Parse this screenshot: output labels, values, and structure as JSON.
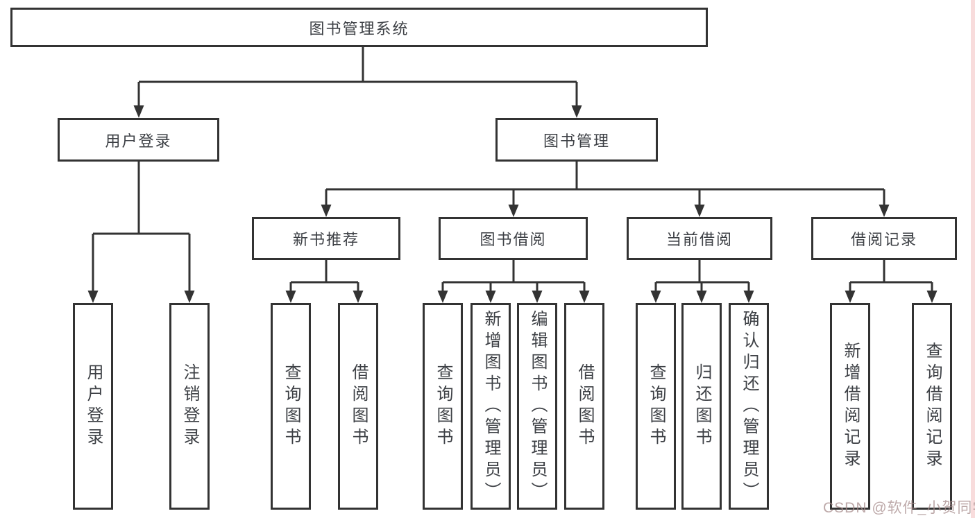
{
  "diagram": {
    "root": "图书管理系统",
    "branches": {
      "user_login": "用户登录",
      "book_mgmt": "图书管理"
    },
    "modules": {
      "new_book_rec": "新书推荐",
      "book_borrow": "图书借阅",
      "current_borrow": "当前借阅",
      "borrow_records": "借阅记录"
    },
    "leaves": {
      "login": [
        "用户登录",
        "注销登录"
      ],
      "rec": [
        "查询图书",
        "借阅图书"
      ],
      "borrow": [
        "查询图书",
        "新增图书（管理员）",
        "编辑图书（管理员）",
        "借阅图书"
      ],
      "current": [
        "查询图书",
        "归还图书",
        "确认归还（管理员）"
      ],
      "records": [
        "新增借阅记录",
        "查询借阅记录"
      ]
    },
    "watermark": "CSDN @软件_小贺同学",
    "colors": {
      "line": "#333333",
      "text": "#3d4045",
      "box_background": "#ffffff",
      "watermark": "#a78c8c",
      "right_edge_strip": "#f8dcdc"
    }
  }
}
